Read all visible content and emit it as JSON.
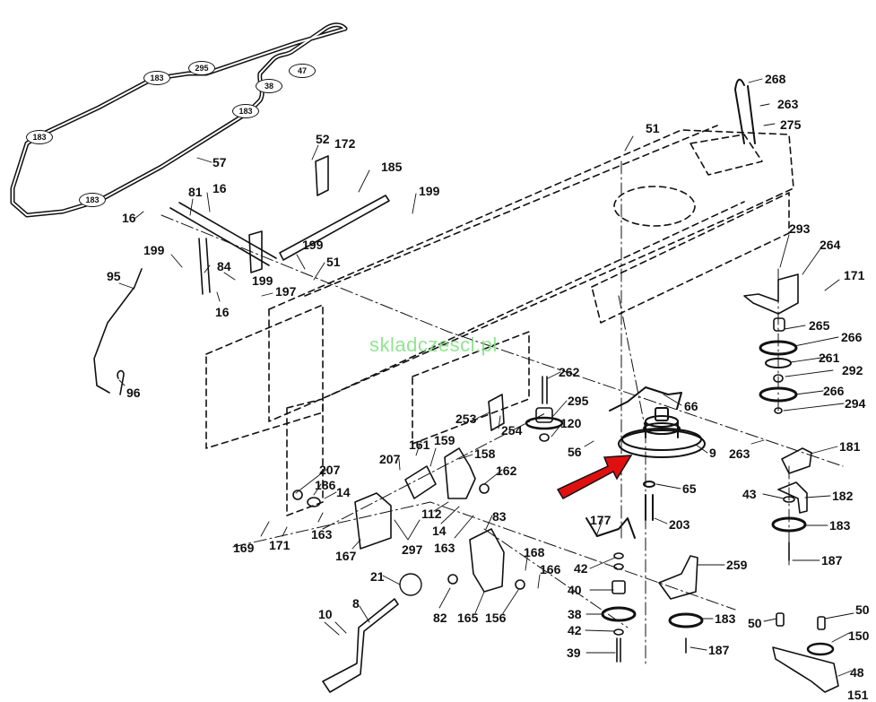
{
  "diagram": {
    "title": "Exploded parts diagram - lawn tractor frame, drive belt and clutch/brake linkage",
    "watermark": "skladczesci.pl",
    "highlight_color": "#e01010",
    "highlight_target": "9",
    "belt_routing": {
      "belt_part": "57",
      "pulleys": [
        "183",
        "295",
        "47",
        "38",
        "183",
        "183",
        "183"
      ]
    },
    "callouts": [
      {
        "id": "57",
        "label": "57"
      },
      {
        "id": "52",
        "label": "52"
      },
      {
        "id": "172",
        "label": "172"
      },
      {
        "id": "185",
        "label": "185"
      },
      {
        "id": "199a",
        "label": "199"
      },
      {
        "id": "81",
        "label": "81"
      },
      {
        "id": "16a",
        "label": "16"
      },
      {
        "id": "16b",
        "label": "16"
      },
      {
        "id": "199b",
        "label": "199"
      },
      {
        "id": "84",
        "label": "84"
      },
      {
        "id": "199c",
        "label": "199"
      },
      {
        "id": "199d",
        "label": "199"
      },
      {
        "id": "51a",
        "label": "51"
      },
      {
        "id": "197",
        "label": "197"
      },
      {
        "id": "16c",
        "label": "16"
      },
      {
        "id": "95",
        "label": "95"
      },
      {
        "id": "96",
        "label": "96"
      },
      {
        "id": "51b",
        "label": "51"
      },
      {
        "id": "268",
        "label": "268"
      },
      {
        "id": "263a",
        "label": "263"
      },
      {
        "id": "275",
        "label": "275"
      },
      {
        "id": "293",
        "label": "293"
      },
      {
        "id": "264",
        "label": "264"
      },
      {
        "id": "171a",
        "label": "171"
      },
      {
        "id": "265",
        "label": "265"
      },
      {
        "id": "266a",
        "label": "266"
      },
      {
        "id": "261",
        "label": "261"
      },
      {
        "id": "292",
        "label": "292"
      },
      {
        "id": "266b",
        "label": "266"
      },
      {
        "id": "294",
        "label": "294"
      },
      {
        "id": "262",
        "label": "262"
      },
      {
        "id": "295",
        "label": "295"
      },
      {
        "id": "120",
        "label": "120"
      },
      {
        "id": "253",
        "label": "253"
      },
      {
        "id": "254",
        "label": "254"
      },
      {
        "id": "56",
        "label": "56"
      },
      {
        "id": "66",
        "label": "66"
      },
      {
        "id": "9",
        "label": "9"
      },
      {
        "id": "65",
        "label": "65"
      },
      {
        "id": "203",
        "label": "203"
      },
      {
        "id": "263b",
        "label": "263"
      },
      {
        "id": "181",
        "label": "181"
      },
      {
        "id": "43",
        "label": "43"
      },
      {
        "id": "182",
        "label": "182"
      },
      {
        "id": "183a",
        "label": "183"
      },
      {
        "id": "187a",
        "label": "187"
      },
      {
        "id": "177",
        "label": "177"
      },
      {
        "id": "259",
        "label": "259"
      },
      {
        "id": "42a",
        "label": "42"
      },
      {
        "id": "40",
        "label": "40"
      },
      {
        "id": "38",
        "label": "38"
      },
      {
        "id": "42b",
        "label": "42"
      },
      {
        "id": "39",
        "label": "39"
      },
      {
        "id": "183b",
        "label": "183"
      },
      {
        "id": "187b",
        "label": "187"
      },
      {
        "id": "50a",
        "label": "50"
      },
      {
        "id": "50b",
        "label": "50"
      },
      {
        "id": "150",
        "label": "150"
      },
      {
        "id": "48",
        "label": "48"
      },
      {
        "id": "151",
        "label": "151"
      },
      {
        "id": "161",
        "label": "161"
      },
      {
        "id": "159",
        "label": "159"
      },
      {
        "id": "158",
        "label": "158"
      },
      {
        "id": "207a",
        "label": "207"
      },
      {
        "id": "162",
        "label": "162"
      },
      {
        "id": "207b",
        "label": "207"
      },
      {
        "id": "186",
        "label": "186"
      },
      {
        "id": "14a",
        "label": "14"
      },
      {
        "id": "163a",
        "label": "163"
      },
      {
        "id": "112",
        "label": "112"
      },
      {
        "id": "14b",
        "label": "14"
      },
      {
        "id": "163b",
        "label": "163"
      },
      {
        "id": "83",
        "label": "83"
      },
      {
        "id": "169",
        "label": "169"
      },
      {
        "id": "171b",
        "label": "171"
      },
      {
        "id": "167",
        "label": "167"
      },
      {
        "id": "297",
        "label": "297"
      },
      {
        "id": "168",
        "label": "168"
      },
      {
        "id": "166",
        "label": "166"
      },
      {
        "id": "21",
        "label": "21"
      },
      {
        "id": "82",
        "label": "82"
      },
      {
        "id": "165",
        "label": "165"
      },
      {
        "id": "156",
        "label": "156"
      },
      {
        "id": "8",
        "label": "8"
      },
      {
        "id": "10",
        "label": "10"
      }
    ]
  }
}
